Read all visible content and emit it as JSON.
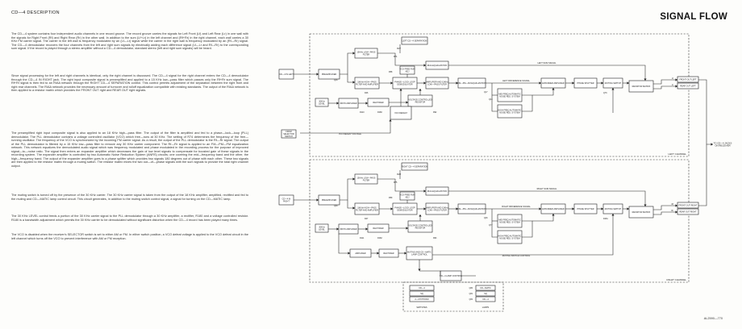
{
  "section_heading": "CD—4 DESCRIPTION",
  "page_title": "SIGNAL FLOW",
  "paragraphs": [
    "The CD—4 system contains four independent audio channels in one record groove. The record groove carries the signals for Left Front (Lf) and Left Rear (Lr) in one wall with the signals for Right Front (Rf) and Right Rear (Rr) in the other wall. In addition to the sum (Lf+Lr) in the left channel and (Rf+Rr) in the right channel, each wall carries a 30 KHz FM carrier signal. The carrier in the left wall is frequency modulated by an (Lf—Lr) signal while the carrier in the right wall is frequency modulated by an (Rf—Rr) signal. The CD—4 demodulator recovers the four channels from the left and right sum signals by electrically adding each difference signal (Lf—Lr and Rf—Rr) to the corresponding sum signal. If the record is played through a stereo amplifier without a CD—4 demodulator, standard stereo (left and right sum signals) will be heard.",
    "Since signal processing for the left and right channels is identical, only the right channel is discussed. The CD—4 signal for the right channel enters the CD—4 demodulator through the CD—4 IN RIGHT jack. The right input composite signal is preamplified and applied to a 15 KHz low—pass filter which passes only the Rf+Rr sum signal. The Rf+Rr signal is then fed to an RIAA network through the RIGHT CD—4 SEPARATION control. This control permits adjustment of the separation between the right front and right rear channels. The RIAA network provides the necessary amount of turnover and rolloff equalization compatible with existing standards. The output of the RIAA network is then applied to a resistor matrix which provides the FRONT OUT right and REAR OUT right signals.",
    "The preamplified right input composite signal is also applied to an 18 KHz high—pass filter. The output of the filter is amplified and fed to a phase—lock—loop (PLL) demodulator. The PLL demodulator contains a voltage controlled oscillator (VCO) which free—runs at 30 KHz. The setting of R74 determines the frequency of the free—running oscillator. The frequency of the VCO is synchronized by the incoming FM carrier signal. As a result, the output of the PLL demodulator is the Rf—Rr signal. The output of the PLL demodulator is filtered by a 15 KHz low—pass filter to remove any 30 KHz carrier component. The Rf—Rr signal is applied to an FM—PM—FM equalization network. This network equalizes the demodulated audio signal which was frequency modulated and phase modulated in the recording process for the purpose of improved signal—to—noise ratio. The signal then enters an expander amplifier which decreases the gain of low level signals to compensate for boosted gain of these signals in the recording system. The expander amplifier is controlled by two Automatic Noise Reduction System (ANRS) circuits; one covering the mid—frequency band and the other, the high—frequency band. The output of the expander amplifier goes to a phase splitter which provides two signals 180 degrees out of phase with each other. These two signals are then applied to the resistor matrix through a muting switch. The resistor matrix mixes the two out—of—phase signals with the sum signals to provide the total right channel output.",
    "The muting switch is turned off by the presence of the 30 KHz carrier. The 30 KHz carrier signal is taken from the output of the 18 KHz amplifier, amplified, rectified and fed to the muting and CD—MATIC lamp control circuit. This circuit generates, in addition to the muting switch control signal, a signal for turning on the CD—MATIC lamp.",
    "The 30 KHz LEVEL control feeds a portion of the 30 KHz carrier signal to the PLL demodulator through a 30 KHz amplifier, a rectifier, R180 and a voltage controlled resistor. R180 is a bandwidth adjustment which permits the 30 KHz carrier to be demodulated without significant distortion when the CD—4 record has been played many times.",
    "The VCO is disabled when the receiver's SELECTOR switch is set to either AM or FM. In either switch position, a VCO defeat voltage is applied to the VCO defeat circuit in the left channel which turns off the VCO to prevent interference with AM or FM reception."
  ],
  "diagram": {
    "channels": [
      {
        "name": "LEFT CHANNEL",
        "input": "CD—4 IN LEFT",
        "separation": "LEFT CD—4 SEPARATION",
        "separation_ref": "R27",
        "sum_signal": "LEFT SUM SIGNAL",
        "diff_signal": "LEFT DIFFERENCE SIGNAL",
        "outputs": [
          "FRONT OUT LEFT",
          "REAR OUT LEFT"
        ],
        "output_refs": [
          "Lf",
          "Lr"
        ],
        "refs": [
          "R74",
          "R58",
          "R46",
          "R110",
          "Q16",
          "R92",
          "Q17",
          "Q44",
          "Q76",
          "R180"
        ]
      },
      {
        "name": "RIGHT CHANNEL",
        "input": "CD—4 IN RIGHT",
        "separation": "RIGHT CD—4 SEPARATION",
        "separation_ref": "R28",
        "sum_signal": "RIGHT SUM SIGNAL",
        "diff_signal": "RIGHT DIFFERENCE SIGNAL",
        "outputs": [
          "FRONT OUT RIGHT",
          "REAR OUT RIGHT"
        ],
        "output_refs": [
          "Rf",
          "Rr"
        ],
        "refs": [
          "R75",
          "R59",
          "R47",
          "R111",
          "Q30",
          "R93",
          "Q46",
          "Q77",
          "R181",
          "R182"
        ]
      }
    ],
    "blocks": {
      "preamp": "PREAMPLIFIER",
      "lpf15": "15KHz LOW—PASS FILTER",
      "hpf18": "18KHz HIGH—PASS FILTER AND AMPLIFIER",
      "pll": "PHASE—LOCK LOOP DEMODULATOR",
      "amp_lpf": "AMPLIFIER AND 15KHz LOW—PASS FILTER",
      "vco_free_run": "VCO FREE RUN ADJ",
      "fm_eq": "FM—PM—FM EQUALIZATION",
      "mid_anrs": "MID FREQ AUTOMATIC NOISE RED. SYSTEM",
      "high_anrs": "HIGH FREQ AUTOMATIC NOISE RED. SYSTEM",
      "expander": "EXPANDER AMPLIFIER",
      "phase_splitter": "PHASE SPLITTER",
      "muting_switch": "MUTING SWITCH",
      "matrix": "RESISTOR MATRIX",
      "riaa": "RIAA EQUALIZATION",
      "level": "30KHz LEVEL",
      "amp30": "30KHz AMPLIFIER",
      "rectifier": "RECTIFIER",
      "vcr": "VOLTAGE CONTROLLED RESISTOR",
      "vco_defeat": "VCO DEFEAT",
      "vco_defeat_voltage": "VCO DEFEAT VOLTAGE",
      "selector": "FROM SELECTOR SWITCH",
      "amplifier": "AMPLIFIER",
      "muting_lamp": "MUTING AND CD—MATIC LAMP CONTROL",
      "muting_switch_control": "MUTING SWITCH CONTROL",
      "cd4_lamp_control": "CD—4 LAMP CONTROL",
      "to_jacks": "TO CD—4 JACKS ON RECEIVER",
      "switches_caption": "SWITCHES",
      "lamps_caption": "LAMPS",
      "switch_items": [
        "CD—4",
        "SQ",
        "2—CH PHONO"
      ],
      "lamp_items": [
        "CD—MATIC",
        "SQ",
        "CD—4"
      ],
      "lamp_refs": [
        "Q80",
        "Q81",
        "Q82"
      ]
    }
  },
  "figure_ref": "AL2590—770"
}
